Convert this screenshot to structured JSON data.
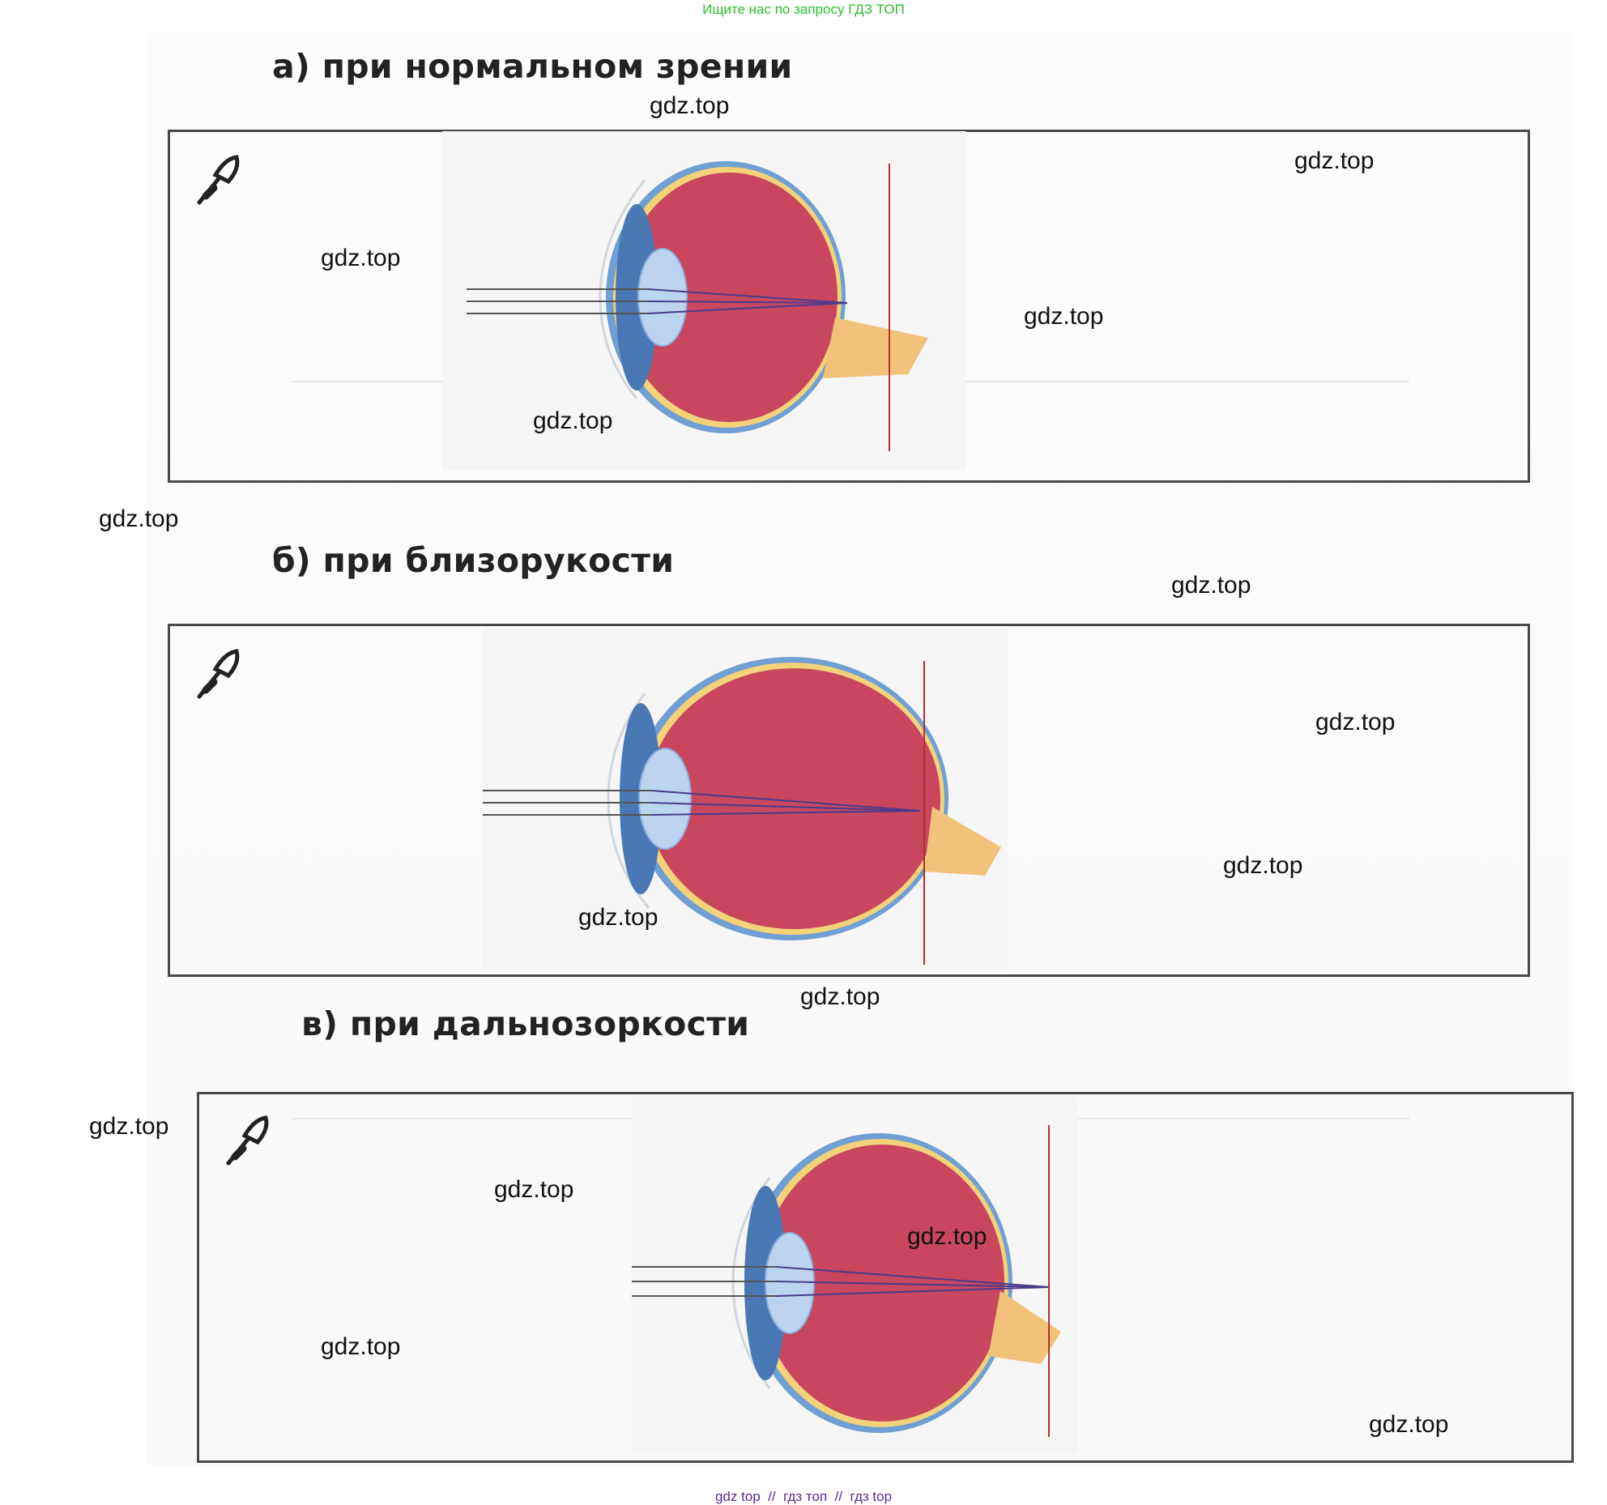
{
  "banner_top": "Ищите нас по запросу ГДЗ ТОП",
  "banner_bottom": "gdz top  //  гдз топ  //  гдз top",
  "sections": [
    {
      "heading": "а) при нормальном зрении"
    },
    {
      "heading": "б) при близорукости"
    },
    {
      "heading": "в) при дальнозоркости"
    }
  ],
  "watermark": "gdz.top",
  "icons": [
    "pencil-brush-icon",
    "eye-diagram"
  ],
  "colors": {
    "sclera_blue": "#6f9fd3",
    "choroid_yellow": "#f3d27a",
    "eye_interior": "#c8475f",
    "lens": "#bcd4ef",
    "nerve": "#f0c27a",
    "focus_line": "#b03030",
    "ray": "#4a3a8a",
    "top_banner": "#2cbf2c",
    "bottom_banner": "#5a2a9a"
  }
}
